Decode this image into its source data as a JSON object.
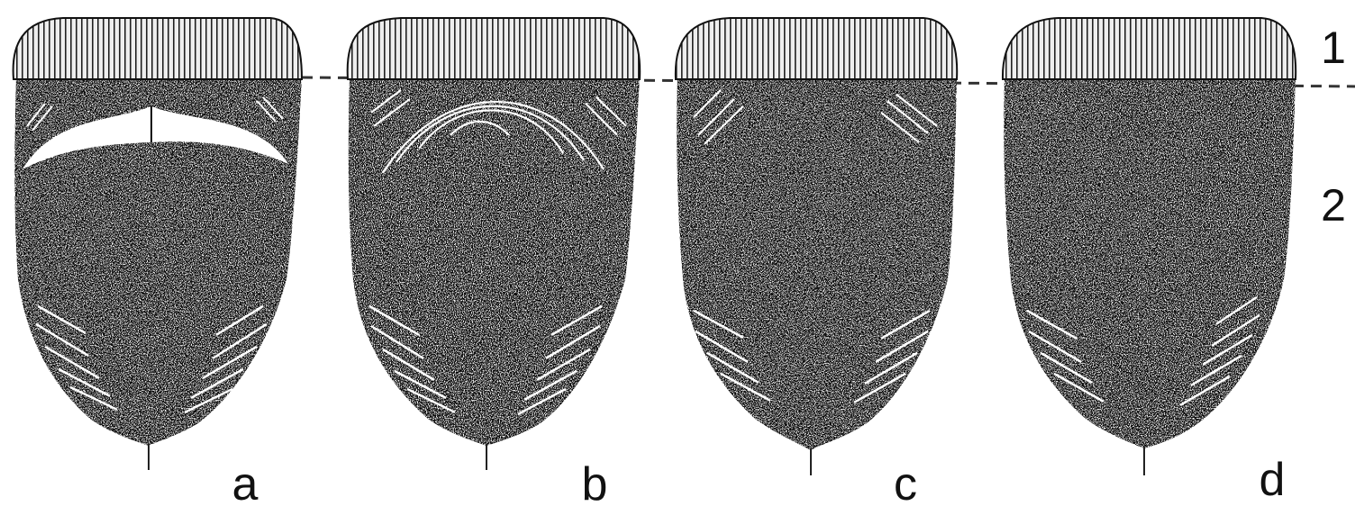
{
  "feathers": [
    {
      "id": "a",
      "label": "a",
      "pattern": "white-crescent-band"
    },
    {
      "id": "b",
      "label": "b",
      "pattern": "chevron-lines"
    },
    {
      "id": "c",
      "label": "c",
      "pattern": "oblique-lines"
    },
    {
      "id": "d",
      "label": "d",
      "pattern": "solid"
    }
  ],
  "zones": [
    {
      "number": "1"
    },
    {
      "number": "2"
    }
  ],
  "colors": {
    "ink": "#0b0b0b",
    "paper": "#ffffff",
    "tip_fill": "#eeeeee"
  }
}
